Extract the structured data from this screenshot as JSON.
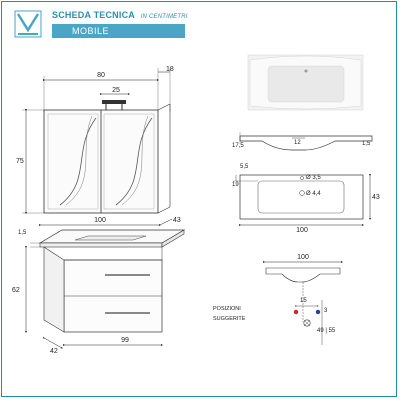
{
  "header": {
    "title": "SCHEDA TECNICA",
    "subtitle": "IN CENTIMETRI",
    "tab": "MOBILE"
  },
  "mirror_cabinet": {
    "width": "80",
    "depth": "18",
    "light_width": "25",
    "height": "75"
  },
  "vanity": {
    "top_width": "100",
    "top_depth": "43",
    "top_thickness": "1,5",
    "height": "62",
    "base_depth": "42",
    "base_width": "99"
  },
  "sink_section": {
    "thickness": "17,5",
    "bowl_depth": "12",
    "edge": "1,5"
  },
  "sink_plan": {
    "offset_x": "5,5",
    "offset_y": "19",
    "hole_1": "Ø 3,5",
    "hole_2": "Ø 4,4",
    "width": "100",
    "depth": "43"
  },
  "plumbing": {
    "width": "100",
    "label_positions": "POSIZIONI",
    "label_suggested": "SUGGERITE",
    "spacing": "15",
    "offset": "3",
    "height": "49 | 55"
  },
  "colors": {
    "accent": "#4ba6c6",
    "hot": "#d4202a",
    "cold": "#2a3f9a"
  }
}
